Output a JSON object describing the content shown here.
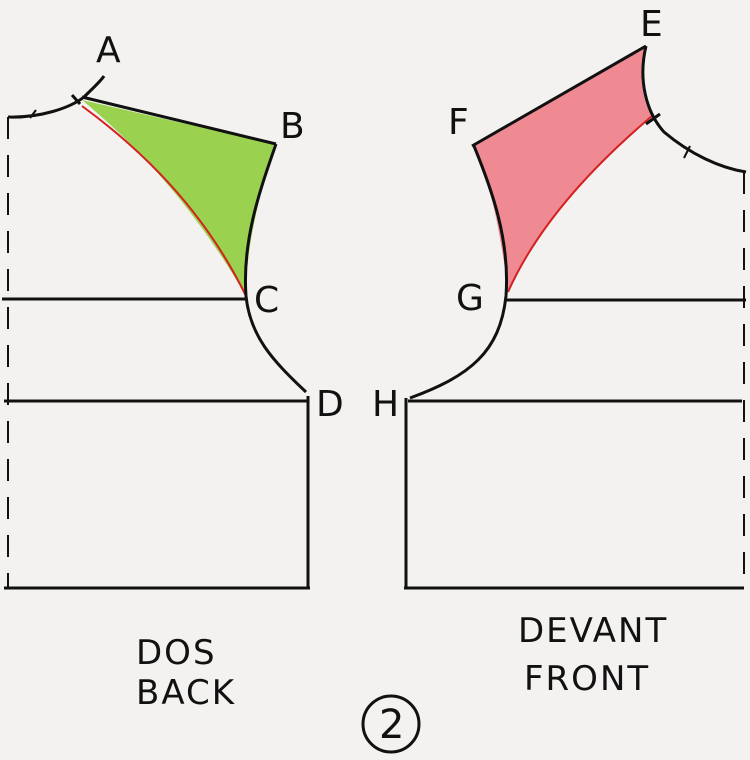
{
  "points": {
    "A": "A",
    "B": "B",
    "C": "C",
    "D": "D",
    "E": "E",
    "F": "F",
    "G": "G",
    "H": "H"
  },
  "back": {
    "label_fr": "DOS",
    "label_en": "BACK"
  },
  "front": {
    "label_fr": "DEVANT",
    "label_en": "FRONT"
  },
  "figure_number": "2",
  "colors": {
    "back_fill": "#9ad24f",
    "front_fill": "#ef8a92",
    "ink": "#111111",
    "red_line": "#d42020",
    "paper": "#f3f2f0"
  }
}
